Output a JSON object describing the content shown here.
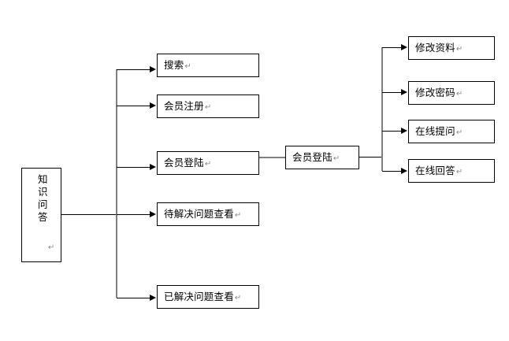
{
  "diagram": {
    "title": "知识问答 site structure flowchart",
    "pilcrow": "↵",
    "colors": {
      "box_border": "#000000",
      "background": "#ffffff",
      "trunk_line": "#7f7f7f",
      "arrow_line": "#000000",
      "pilcrow": "#8a8a8a"
    },
    "root": {
      "label": "知识问答",
      "orientation": "vertical"
    },
    "level1": [
      {
        "label": "搜索"
      },
      {
        "label": "会员注册"
      },
      {
        "label": "会员登陆"
      },
      {
        "label": "待解决问题查看"
      },
      {
        "label": "已解决问题查看"
      }
    ],
    "level2": {
      "label": "会员登陆"
    },
    "level3": [
      {
        "label": "修改资料"
      },
      {
        "label": "修改密码"
      },
      {
        "label": "在线提问"
      },
      {
        "label": "在线回答"
      }
    ]
  }
}
